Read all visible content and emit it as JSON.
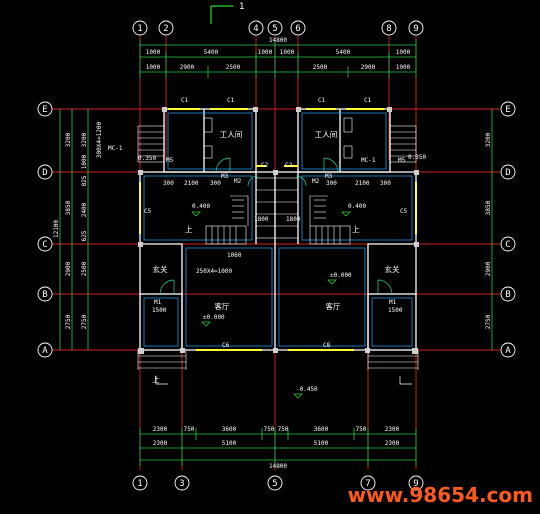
{
  "title_marker": "1",
  "axes": {
    "top": [
      "1",
      "2",
      "4",
      "5",
      "6",
      "8",
      "9"
    ],
    "bottom": [
      "1",
      "3",
      "5",
      "7",
      "9"
    ],
    "left": [
      "E",
      "D",
      "C",
      "B",
      "A"
    ],
    "right": [
      "E",
      "D",
      "C",
      "B",
      "A"
    ]
  },
  "dims": {
    "top_total": "14800",
    "top_row1": [
      "1000",
      "5400",
      "1000",
      "1000",
      "5400",
      "1000"
    ],
    "top_row2": [
      "1000",
      "2900",
      "2500",
      "2500",
      "2900",
      "1000"
    ],
    "bottom_row1": [
      "2300",
      "750",
      "3600",
      "750",
      "750",
      "3600",
      "750",
      "2300"
    ],
    "bottom_row2": [
      "2300",
      "5100",
      "5100",
      "2300"
    ],
    "bottom_total": "14800",
    "left_total": "12100",
    "left_row1": [
      "3200",
      "3850",
      "2900",
      "2750"
    ],
    "left_row2": [
      "3200",
      "1000",
      "825",
      "2400",
      "625",
      "2500",
      "2750"
    ],
    "right_row": [
      "3200",
      "3850",
      "2900",
      "2750"
    ]
  },
  "rooms": {
    "utility_left": "工人间",
    "utility_right": "工人间",
    "foyer_left": "玄关",
    "foyer_right": "玄关",
    "living_left": "客厅",
    "living_right": "客厅"
  },
  "levels": {
    "l1": "0.400",
    "l2": "0.400",
    "l3": "±0.000",
    "l4": "±0.000",
    "l5": "-0.450",
    "l6": "0.350",
    "l7": "0.350"
  },
  "labels": {
    "c1a": "C1",
    "c1b": "C1",
    "c1c": "C1",
    "c1d": "C1",
    "c2a": "C2",
    "c2b": "C2",
    "c5a": "C5",
    "c5b": "C5",
    "c6": "C6",
    "c8": "C8",
    "m1a": "M1",
    "m1b": "M1",
    "m2a": "M2",
    "m2b": "M2",
    "m3a": "M3",
    "m3b": "M3",
    "m5a": "M5",
    "m5b": "M5",
    "mc1a": "MC-1",
    "mc1b": "MC-1",
    "w1500a": "1500",
    "w1500b": "1500",
    "d300a": "300",
    "d2100a": "2100",
    "d300b": "300",
    "d300c": "300",
    "d2100b": "2100",
    "d300d": "300",
    "d1800a": "1800",
    "d1800b": "1800",
    "d1060": "1060",
    "note_left": "250X4=1000",
    "note_vert": "300X4=1200",
    "up1": "上",
    "up2": "上",
    "up3": "上"
  },
  "watermark": "www.98654.com"
}
